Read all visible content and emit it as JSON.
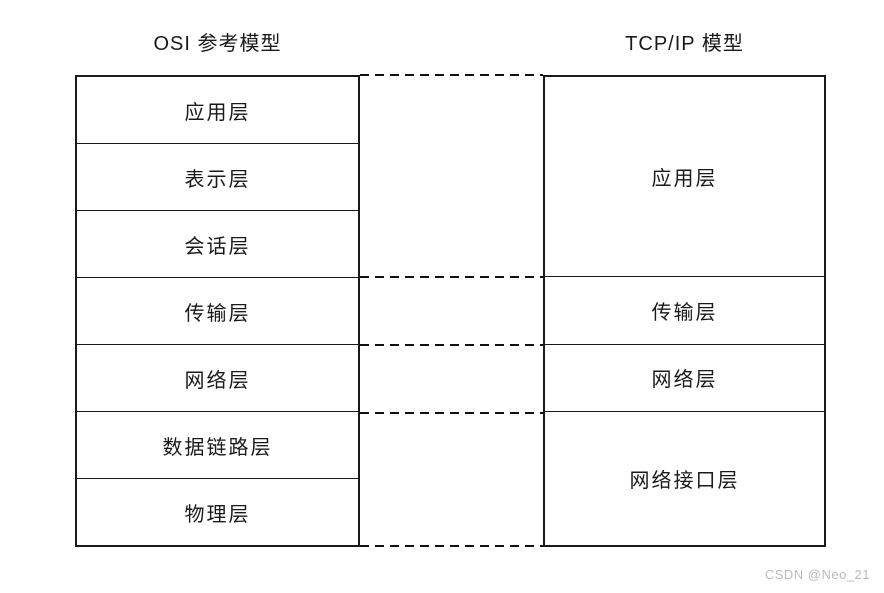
{
  "osi": {
    "title": "OSI 参考模型",
    "layers": [
      "应用层",
      "表示层",
      "会话层",
      "传输层",
      "网络层",
      "数据链路层",
      "物理层"
    ]
  },
  "tcpip": {
    "title": "TCP/IP 模型",
    "layers": [
      {
        "label": "应用层",
        "osi_span": 3
      },
      {
        "label": "传输层",
        "osi_span": 1
      },
      {
        "label": "网络层",
        "osi_span": 1
      },
      {
        "label": "网络接口层",
        "osi_span": 2
      }
    ]
  },
  "watermark": "CSDN @Neo_21",
  "colors": {
    "border": "#1a1a1a",
    "text": "#1a1a1a",
    "watermark": "#b7bbc2",
    "background": "#ffffff"
  }
}
